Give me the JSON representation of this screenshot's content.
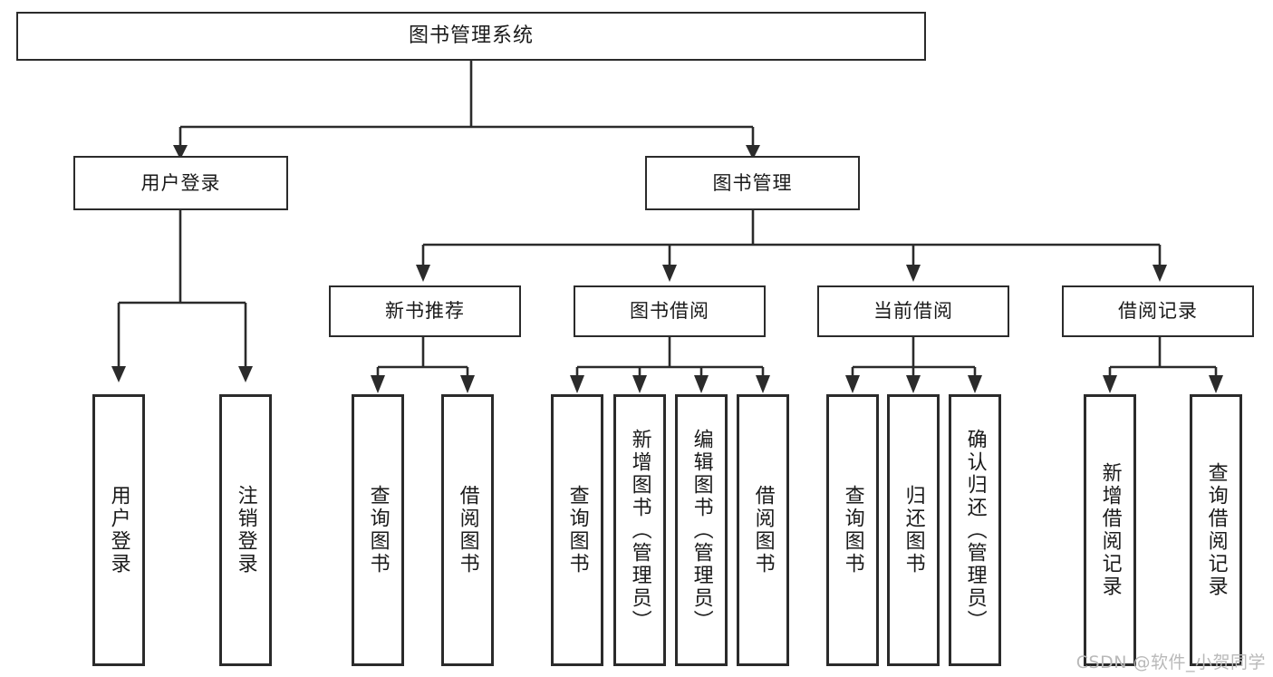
{
  "diagram": {
    "title": "图书管理系统",
    "type": "tree",
    "root": {
      "id": "root",
      "label": "图书管理系统"
    },
    "level1": [
      {
        "id": "user-login",
        "label": "用户登录"
      },
      {
        "id": "book-manage",
        "label": "图书管理"
      }
    ],
    "level2": [
      {
        "id": "new-book-recommend",
        "label": "新书推荐",
        "parent": "book-manage"
      },
      {
        "id": "book-borrow",
        "label": "图书借阅",
        "parent": "book-manage"
      },
      {
        "id": "current-borrow",
        "label": "当前借阅",
        "parent": "book-manage"
      },
      {
        "id": "borrow-record",
        "label": "借阅记录",
        "parent": "book-manage"
      }
    ],
    "leaves": [
      {
        "id": "leaf-user-login",
        "label": "用户登录",
        "parent": "user-login"
      },
      {
        "id": "leaf-user-logout",
        "label": "注销登录",
        "parent": "user-login"
      },
      {
        "id": "leaf-query-book-1",
        "label": "查询图书",
        "parent": "new-book-recommend"
      },
      {
        "id": "leaf-borrow-book-1",
        "label": "借阅图书",
        "parent": "new-book-recommend"
      },
      {
        "id": "leaf-query-book-2",
        "label": "查询图书",
        "parent": "book-borrow"
      },
      {
        "id": "leaf-add-book",
        "label": "新增图书（管理员）",
        "parent": "book-borrow"
      },
      {
        "id": "leaf-edit-book",
        "label": "编辑图书（管理员）",
        "parent": "book-borrow"
      },
      {
        "id": "leaf-borrow-book-2",
        "label": "借阅图书",
        "parent": "book-borrow"
      },
      {
        "id": "leaf-query-book-3",
        "label": "查询图书",
        "parent": "current-borrow"
      },
      {
        "id": "leaf-return-book",
        "label": "归还图书",
        "parent": "current-borrow"
      },
      {
        "id": "leaf-confirm-return",
        "label": "确认归还（管理员）",
        "parent": "current-borrow"
      },
      {
        "id": "leaf-add-record",
        "label": "新增借阅记录",
        "parent": "borrow-record"
      },
      {
        "id": "leaf-query-record",
        "label": "查询借阅记录",
        "parent": "borrow-record"
      }
    ],
    "colors": {
      "stroke": "#2b2b2b",
      "fill": "#ffffff",
      "text": "#1a1a1a",
      "watermark": "#b9b9b9"
    }
  },
  "watermark": {
    "text": "CSDN @软件_小贺同学"
  }
}
